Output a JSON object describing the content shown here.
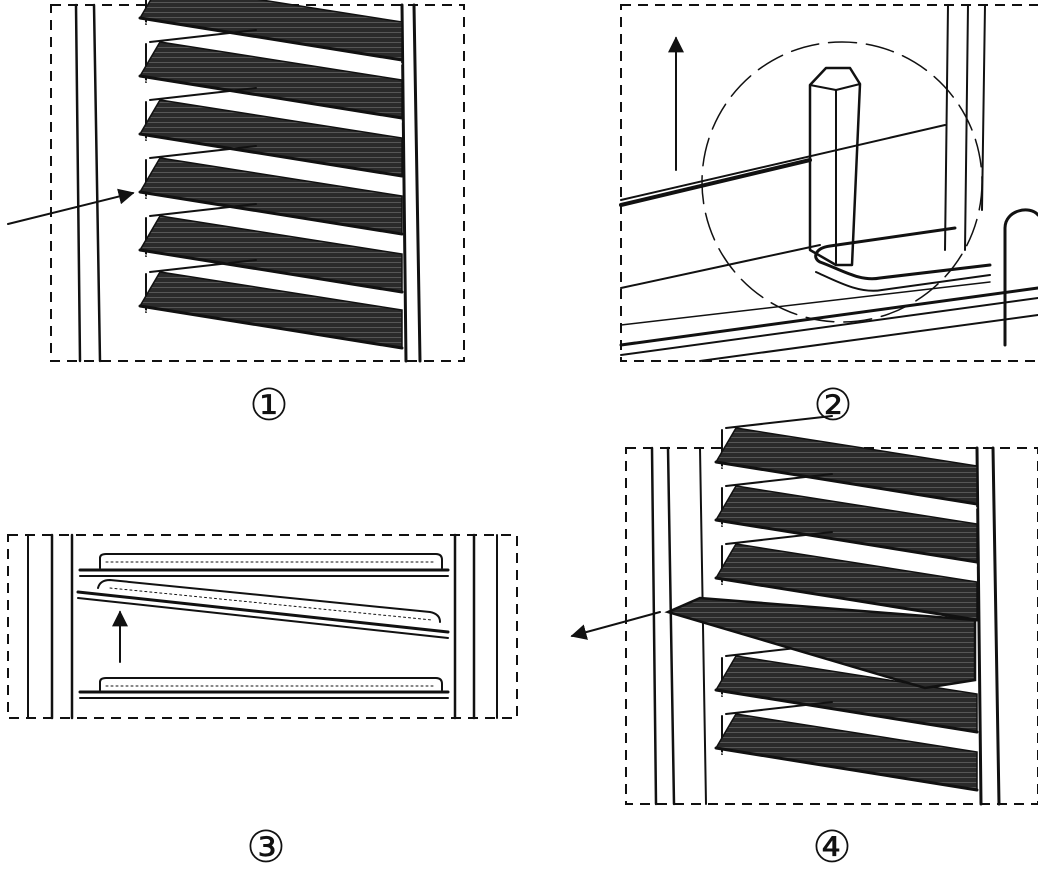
{
  "steps": [
    {
      "label": "①"
    },
    {
      "label": "②"
    },
    {
      "label": "③"
    },
    {
      "label": "④"
    }
  ],
  "colors": {
    "line": "#111111",
    "shelf": "#2a2a2a",
    "background": "#ffffff"
  }
}
